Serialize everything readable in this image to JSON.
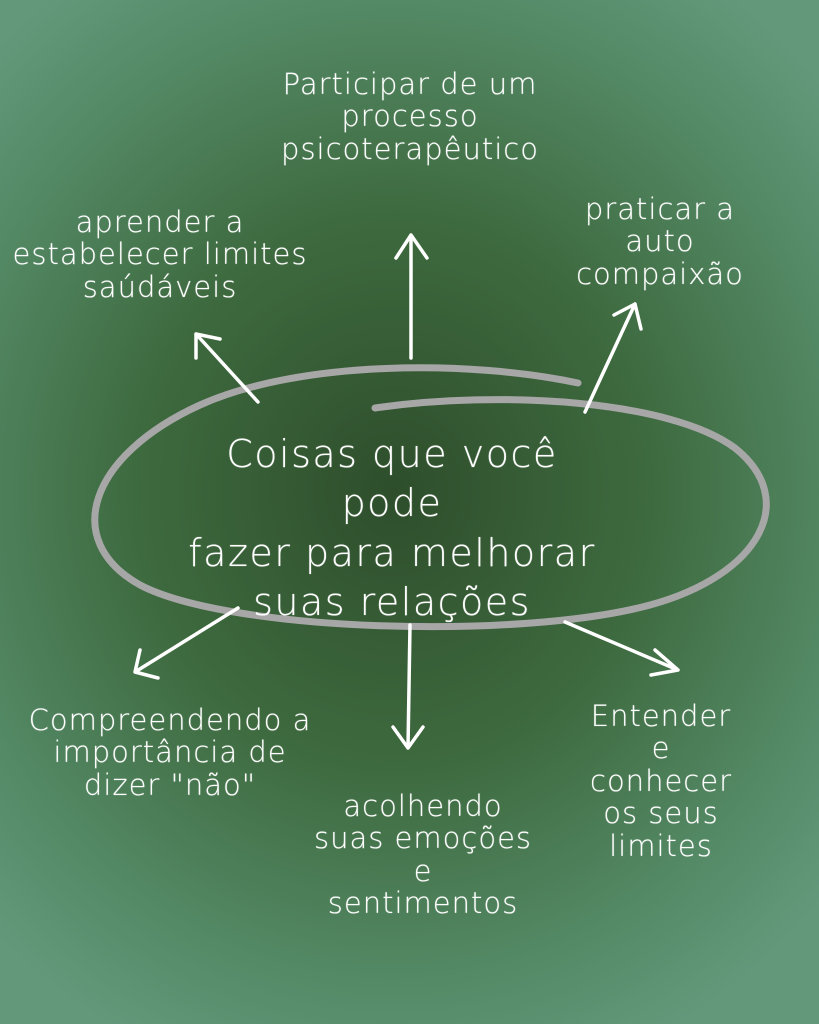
{
  "center_text": "Coisas que você pode\nfazer para melhorar\nsuas relações",
  "branches": {
    "top": "Participar de um\nprocesso\npsicoterapêutico",
    "top_left": "aprender a\nestabelecer limites\nsaúdáveis",
    "top_right": "praticar a\nauto compaixão",
    "bottom_left": "Compreendendo a\nimportância de\ndizer \"não\"",
    "bottom": "acolhendo\nsuas emoções\ne\nsentimentos",
    "bottom_right": "Entender e\nconhecer os seus\nlimites"
  },
  "colors": {
    "background_center": "#2e4e2b",
    "background_edge": "#63987a",
    "ellipse_stroke": "#a7a7a7",
    "text": "#ffffff"
  }
}
